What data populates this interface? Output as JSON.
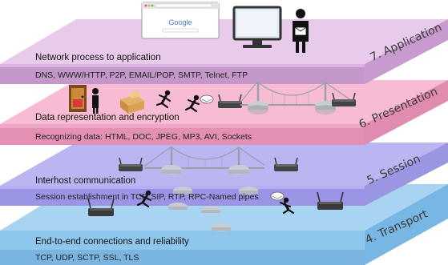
{
  "layers": [
    {
      "id": "application",
      "name": "7. Application",
      "title": "Network process to application",
      "protocols": "DNS, WWW/HTTP, P2P, EMAIL/POP, SMTP, Telnet, FTP",
      "colors": {
        "top": "#e6c6e8",
        "band": "#c28fc8",
        "side": "#b07ab8"
      }
    },
    {
      "id": "presentation",
      "name": "6. Presentation",
      "title": "Data representation and encryption",
      "protocols": "Recognizing data: HTML, DOC, JPEG, MP3, AVI, Sockets",
      "colors": {
        "top": "#f7b8d2",
        "band": "#e58fb4",
        "side": "#d6779f"
      }
    },
    {
      "id": "session",
      "name": "5. Session",
      "title": "Interhost communication",
      "protocols": "Session establishment in TCP, SIP, RTP, RPC-Named pipes",
      "colors": {
        "top": "#b9b6f2",
        "band": "#9c97e6",
        "side": "#8782d8"
      }
    },
    {
      "id": "transport",
      "name": "4. Transport",
      "title": "End-to-end connections and reliability",
      "protocols": "TCP, UDP, SCTP, SSL, TLS",
      "colors": {
        "top": "#a8d4f2",
        "band": "#82bde8",
        "side": "#6eaedd"
      }
    }
  ],
  "browser": {
    "logo": "Google"
  }
}
